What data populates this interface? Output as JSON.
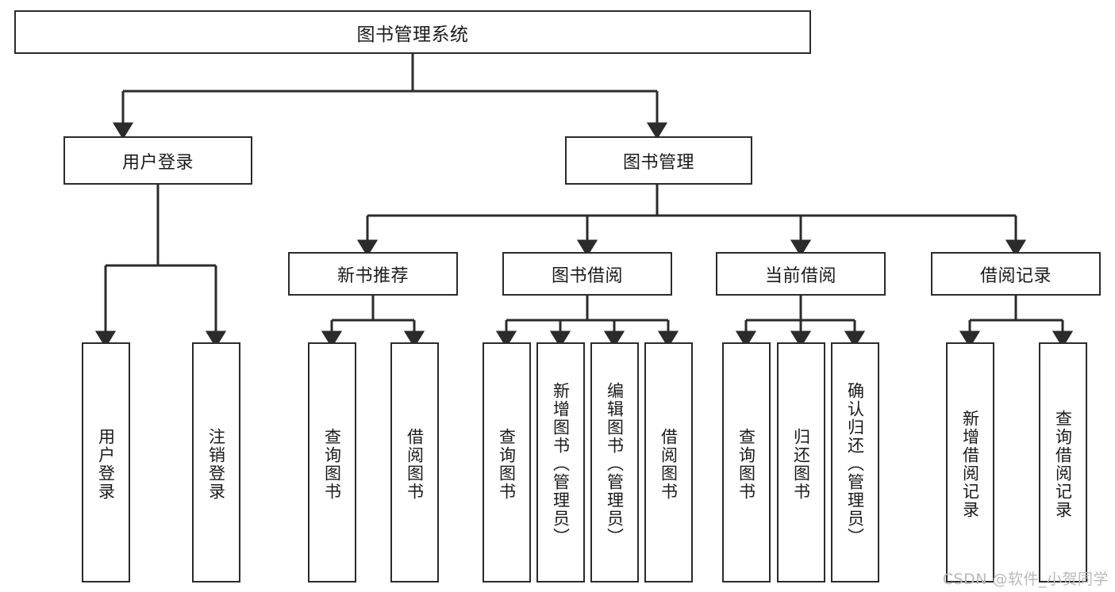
{
  "diagram": {
    "title": "图书管理系统",
    "watermark": "CSDN @软件_小贺同学",
    "type": "tree-hierarchy-diagram",
    "colors": {
      "stroke": "#2b2b2b",
      "fill": "#ffffff",
      "text": "#1a1a1a",
      "watermark": "#b9b9b9"
    },
    "levels": {
      "root": {
        "label": "图书管理系统"
      },
      "level2": [
        {
          "label": "用户登录"
        },
        {
          "label": "图书管理"
        }
      ],
      "level3": [
        {
          "label": "新书推荐"
        },
        {
          "label": "图书借阅"
        },
        {
          "label": "当前借阅"
        },
        {
          "label": "借阅记录"
        }
      ],
      "leaves": {
        "user_login": [
          {
            "label": "用户登录"
          },
          {
            "label": "注销登录"
          }
        ],
        "new_book_recommend": [
          {
            "label": "查询图书"
          },
          {
            "label": "借阅图书"
          }
        ],
        "book_borrow": [
          {
            "label": "查询图书"
          },
          {
            "label": "新增图书（管理员）"
          },
          {
            "label": "编辑图书（管理员）"
          },
          {
            "label": "借阅图书"
          }
        ],
        "current_borrow": [
          {
            "label": "查询图书"
          },
          {
            "label": "归还图书"
          },
          {
            "label": "确认归还（管理员）"
          }
        ],
        "borrow_record": [
          {
            "label": "新增借阅记录"
          },
          {
            "label": "查询借阅记录"
          }
        ]
      }
    }
  }
}
